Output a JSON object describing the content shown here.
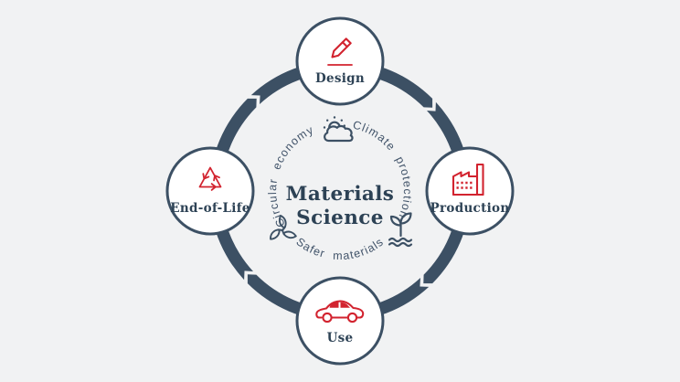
{
  "diagram_title": {
    "line1": "Materials",
    "line2": "Science"
  },
  "nodes": {
    "design": {
      "label": "Design",
      "icon": "pencil-icon"
    },
    "production": {
      "label": "Production",
      "icon": "factory-icon"
    },
    "use": {
      "label": "Use",
      "icon": "car-icon"
    },
    "end_of_life": {
      "label": "End-of-Life",
      "icon": "recycle-icon"
    }
  },
  "curved_labels": {
    "left": "Circular economy",
    "right": "Climate protection",
    "bottom": "Safer materials"
  },
  "center_icons": [
    "sun-cloud-icon",
    "leaves-icon",
    "sprout-icon"
  ],
  "cycle_direction": "clockwise",
  "colors": {
    "background": "#f1f2f3",
    "ring": "#3c5064",
    "text": "#2d4255",
    "curved_text": "#42546a",
    "accent_red": "#d2232f",
    "node_fill": "#ffffff"
  }
}
